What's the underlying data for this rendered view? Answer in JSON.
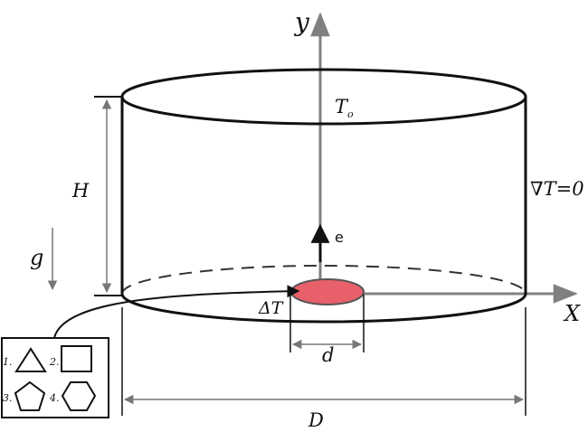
{
  "labels": {
    "y_axis": "y",
    "x_axis": "X",
    "top_temp": "T",
    "top_temp_sub": "o",
    "side_gradient": "∇T=0",
    "height": "H",
    "gravity": "g",
    "unit_vector": "e",
    "delta_t": "ΔT",
    "heater_diameter": "d",
    "tank_diameter": "D"
  },
  "inset": {
    "items": [
      {
        "num": "1.",
        "shape": "triangle"
      },
      {
        "num": "2.",
        "shape": "square"
      },
      {
        "num": "3.",
        "shape": "pentagon"
      },
      {
        "num": "4.",
        "shape": "hexagon"
      }
    ]
  },
  "colors": {
    "heater_fill": "#e8606a",
    "line": "#111111",
    "axis": "#808080",
    "dimension": "#777777"
  }
}
